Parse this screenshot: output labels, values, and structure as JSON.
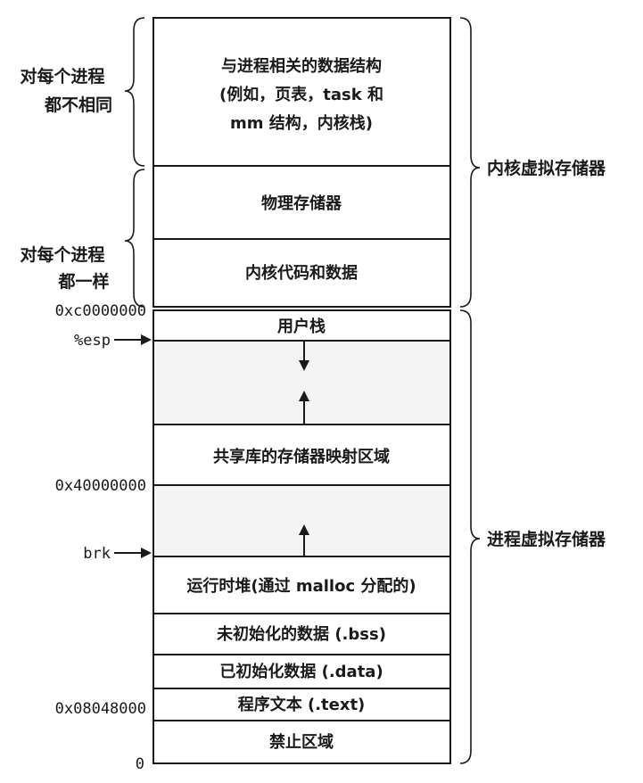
{
  "segments": {
    "kernel_data_structures": [
      "与进程相关的数据结构",
      "(例如，页表，task 和",
      "mm 结构，内核栈)"
    ],
    "physical_memory": "物理存储器",
    "kernel_code_data": "内核代码和数据",
    "user_stack": "用户栈",
    "shared_libs": "共享库的存储器映射区域",
    "runtime_heap": "运行时堆(通过 malloc 分配的)",
    "bss": "未初始化的数据 (.bss)",
    "data": "已初始化数据 (.data)",
    "text": "程序文本 (.text)",
    "forbidden": "禁止区域"
  },
  "left_labels": {
    "per_process_different": [
      "对每个进程",
      "都不相同"
    ],
    "per_process_same": [
      "对每个进程",
      "都一样"
    ]
  },
  "right_labels": {
    "kernel_vm": "内核虚拟存储器",
    "process_vm": "进程虚拟存储器"
  },
  "addresses": {
    "kernel_base": "0xc0000000",
    "esp": "%esp",
    "shared_base": "0x40000000",
    "brk": "brk",
    "text_base": "0x08048000",
    "zero": "0"
  },
  "colors": {
    "line": "#1a1a1a",
    "background": "#ffffff",
    "unused_region": "#f4f4f4"
  }
}
